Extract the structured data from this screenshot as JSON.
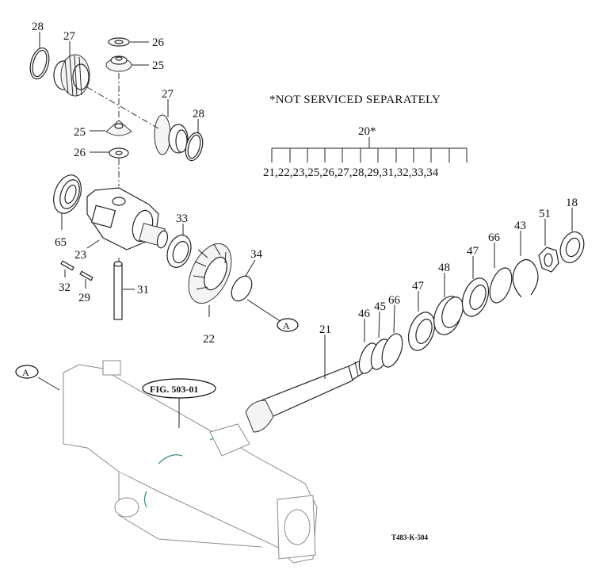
{
  "diagram": {
    "title_note": "*NOT SERVICED SEPARATELY",
    "assembly": {
      "parent": "20*",
      "children": [
        "21",
        "22",
        "23",
        "25",
        "26",
        "27",
        "28",
        "29",
        "31",
        "32",
        "33",
        "34"
      ],
      "children_text": "21,22,23,25,26,27,28,29,31,32,33,34"
    },
    "callouts": {
      "c28a": "28",
      "c27a": "27",
      "c26a": "26",
      "c25a": "25",
      "c27b": "27",
      "c28b": "28",
      "c25b": "25",
      "c26b": "26",
      "c65": "65",
      "c23": "23",
      "c33": "33",
      "c34": "34",
      "c32": "32",
      "c29": "29",
      "c31": "31",
      "c22": "22",
      "c21": "21",
      "c46": "46",
      "c45": "45",
      "c66a": "66",
      "c47a": "47",
      "c48": "48",
      "c47b": "47",
      "c66b": "66",
      "c43": "43",
      "c51": "51",
      "c18": "18"
    },
    "ref_a1": "A",
    "ref_a2": "A",
    "fig_ref": "FIG. 503-01",
    "drawing_code": "T483-K-504"
  }
}
